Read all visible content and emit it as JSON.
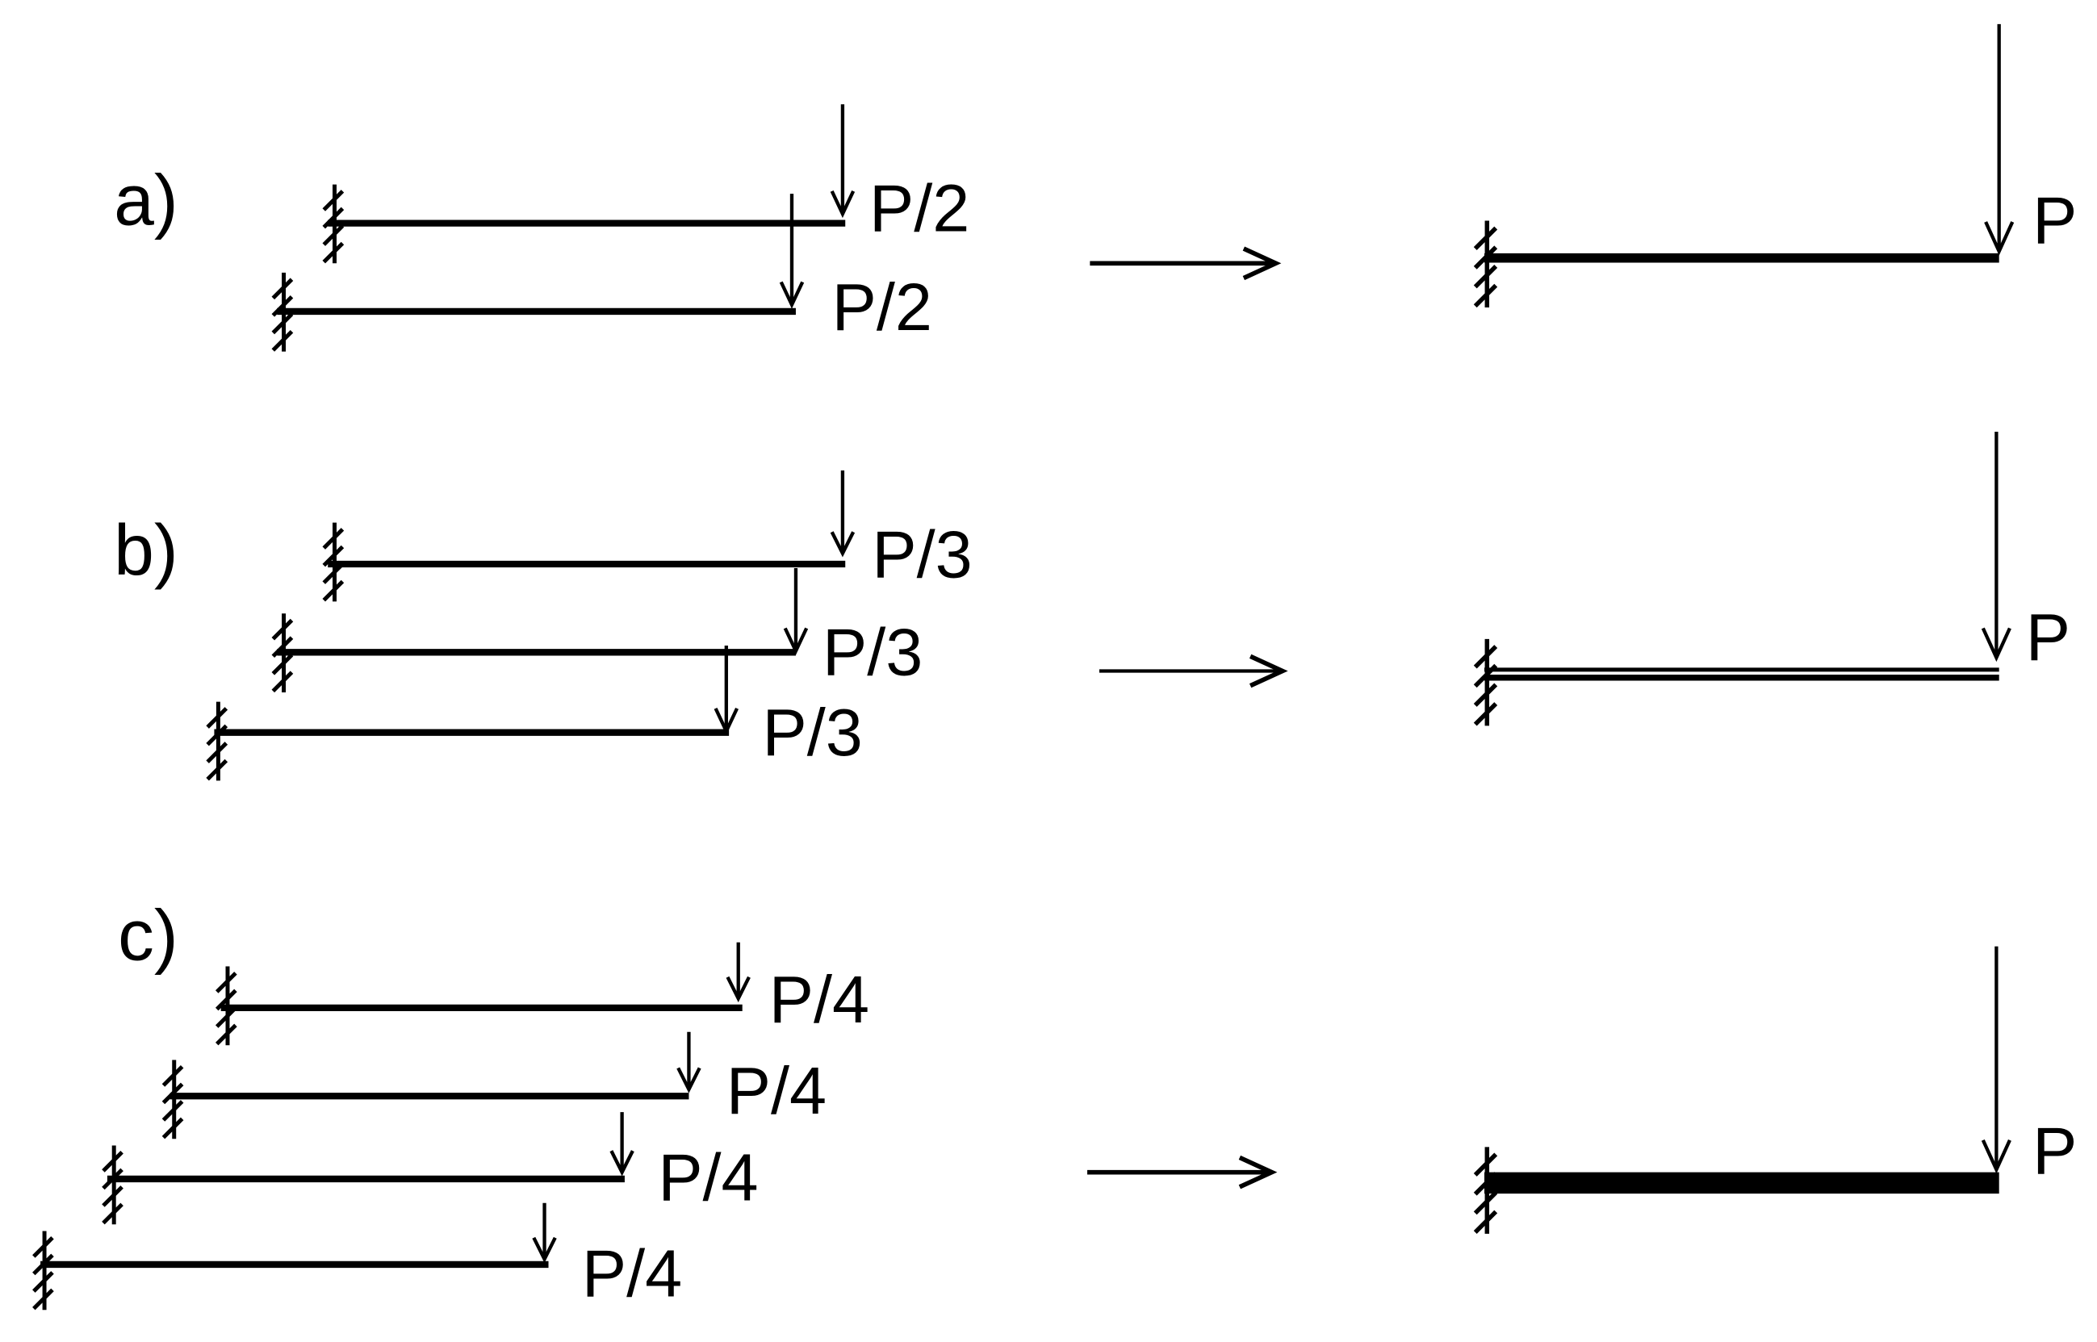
{
  "panels": [
    {
      "label": "a)",
      "beams": [
        {
          "load": "P/2"
        },
        {
          "load": "P/2"
        }
      ],
      "equivalent": {
        "load": "P"
      }
    },
    {
      "label": "b)",
      "beams": [
        {
          "load": "P/3"
        },
        {
          "load": "P/3"
        },
        {
          "load": "P/3"
        }
      ],
      "equivalent": {
        "load": "P"
      }
    },
    {
      "label": "c)",
      "beams": [
        {
          "load": "P/4"
        },
        {
          "load": "P/4"
        },
        {
          "load": "P/4"
        },
        {
          "load": "P/4"
        }
      ],
      "equivalent": {
        "load": "P"
      }
    }
  ]
}
